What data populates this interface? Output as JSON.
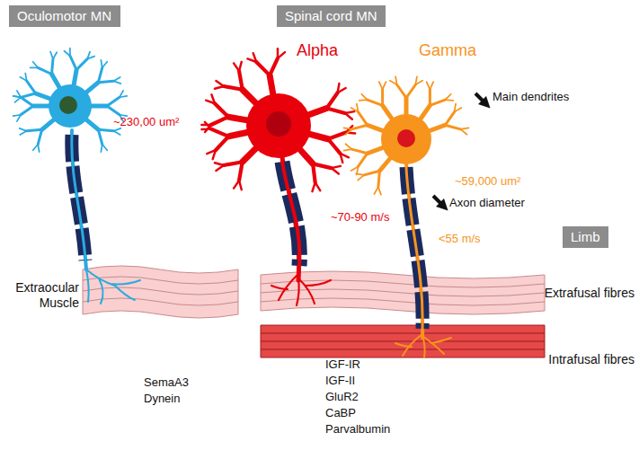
{
  "diagram": {
    "nodes": [
      {
        "text": [
          "Oculomotor MN"
        ]
      },
      {
        "text": [
          "Spinal cord MN"
        ]
      },
      {
        "text": [
          "Limb"
        ]
      }
    ],
    "labels": [
      "Alpha",
      "Gamma",
      "~230,00 um²",
      "Main dendrites",
      "~59,000 um²",
      "Axon diameter",
      "~70-90 m/s",
      "<55 m/s",
      "Extraocular Muscle",
      "Extrafusal fibres",
      "Intrafusal fibres",
      "SemaA3",
      "Dynein",
      "IGF-IR",
      "IGF-II",
      "GluR2",
      "CaBP",
      "Parvalbumin"
    ]
  }
}
